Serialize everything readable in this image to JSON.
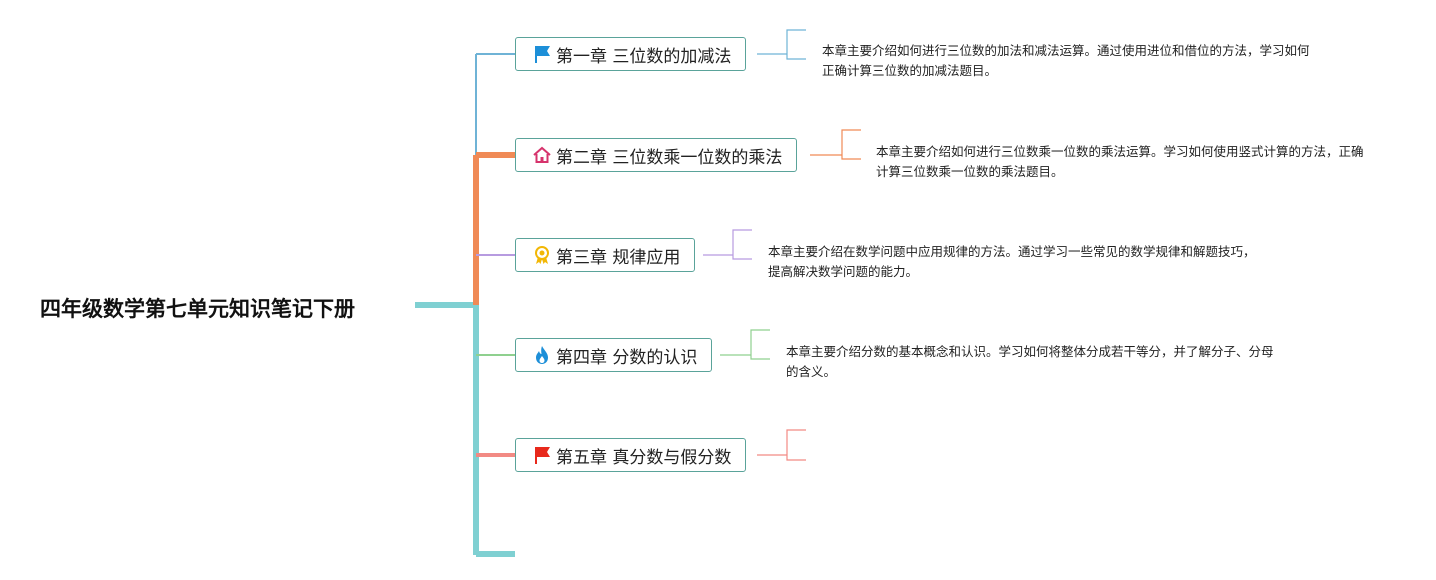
{
  "root": {
    "title": "四年级数学第七单元知识笔记下册"
  },
  "chapters": [
    {
      "title": "第一章 三位数的加减法",
      "icon": "blue-flag-icon",
      "color": "#6fb3d6",
      "note": "本章主要介绍如何进行三位数的加法和减法运算。通过使用进位和借位的方法，学习如何正确计算三位数的加减法题目。"
    },
    {
      "title": "第二章 三位数乘一位数的乘法",
      "icon": "home-icon",
      "color": "#f08a56",
      "note": "本章主要介绍如何进行三位数乘一位数的乘法运算。学习如何使用竖式计算的方法，正确计算三位数乘一位数的乘法题目。"
    },
    {
      "title": "第三章 规律应用",
      "icon": "award-ribbon-icon",
      "color": "#b79be0",
      "note": "本章主要介绍在数学问题中应用规律的方法。通过学习一些常见的数学规律和解题技巧，提高解决数学问题的能力。"
    },
    {
      "title": "第四章 分数的认识",
      "icon": "flame-icon",
      "color": "#8fd08f",
      "note": "本章主要介绍分数的基本概念和认识。学习如何将整体分成若干等分，并了解分子、分母的含义。"
    },
    {
      "title": "第五章 真分数与假分数",
      "icon": "red-flag-icon",
      "color": "#f28a84",
      "note": ""
    }
  ],
  "colors": {
    "trunk": "#7fd0d2",
    "box_border": "#5aa39a"
  }
}
